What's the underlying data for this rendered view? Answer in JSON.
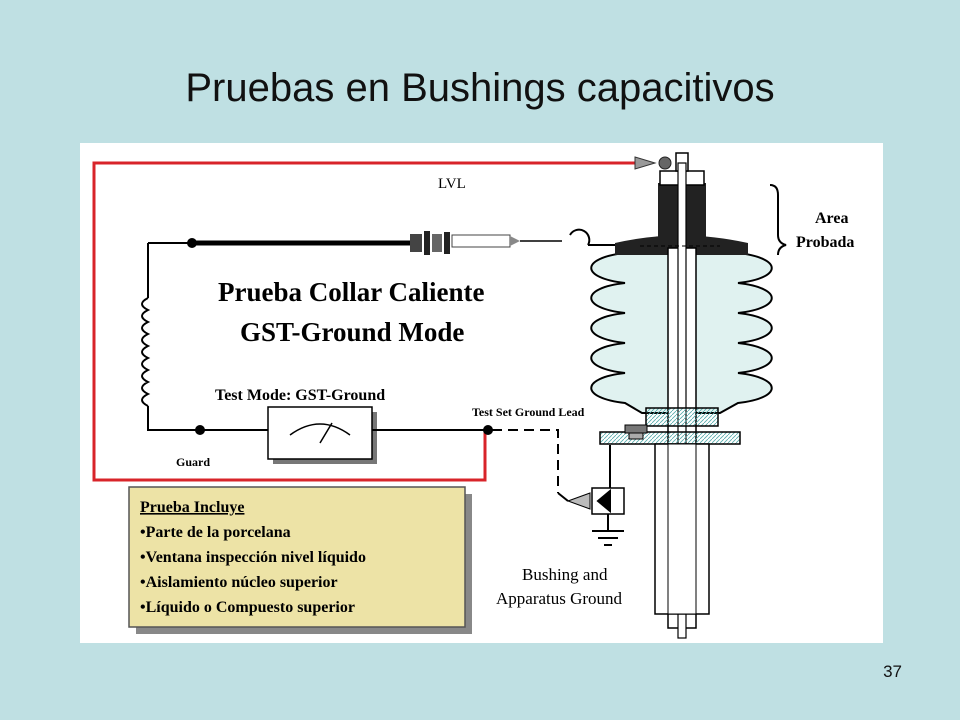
{
  "slide": {
    "title": "Pruebas en Bushings capacitivos",
    "page_number": "37"
  },
  "diagram": {
    "lvl_label": "LVL",
    "area_label_line1": "Area",
    "area_label_line2": "Probada",
    "test_title_line1": "Prueba Collar Caliente",
    "test_title_line2": "GST-Ground Mode",
    "test_mode_label": "Test Mode: GST-Ground",
    "guard_label": "Guard",
    "ground_lead_label": "Test Set Ground Lead",
    "bushing_label_line1": "Bushing and",
    "bushing_label_line2": "Apparatus Ground",
    "includes_box": {
      "heading": "Prueba Incluye",
      "items": [
        "•Parte de la porcelana",
        "•Ventana inspección nivel líquido",
        "•Aislamiento núcleo superior",
        "•Líquido o Compuesto superior"
      ]
    }
  },
  "colors": {
    "background": "#bfe0e3",
    "red_lead": "#d8242a",
    "porcelain_fill": "#e0f2f0",
    "note_box": "#ede3a6",
    "flange": "#7fcfc4"
  }
}
